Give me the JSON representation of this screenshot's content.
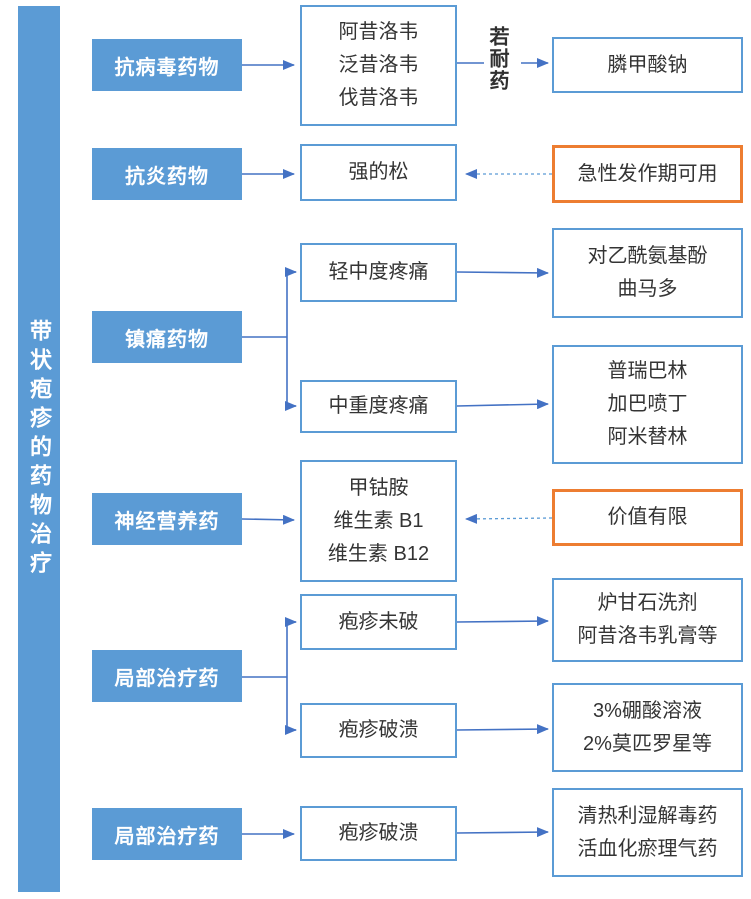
{
  "diagram_title": "带状疱疹的药物治疗",
  "colors": {
    "blue_fill": "#5b9bd5",
    "blue_border": "#5b9bd5",
    "arrow_blue": "#4472c4",
    "orange_border": "#ed7d31",
    "text_dark": "#343434",
    "text_white": "#ffffff"
  },
  "categories": {
    "antiviral": "抗病毒药物",
    "antiinflammatory": "抗炎药物",
    "analgesic": "镇痛药物",
    "neurotrophic": "神经营养药",
    "topical1": "局部治疗药",
    "topical2": "局部治疗药"
  },
  "nodes": {
    "antivirals": {
      "l1": "阿昔洛韦",
      "l2": "泛昔洛韦",
      "l3": "伐昔洛韦"
    },
    "prednisone": "强的松",
    "mild_pain": "轻中度疼痛",
    "severe_pain": "中重度疼痛",
    "neurotrophics": {
      "l1": "甲钴胺",
      "l2": "维生素 B1",
      "l3": "维生素 B12"
    },
    "blister_intact": "疱疹未破",
    "blister_broken": "疱疹破溃",
    "blister_broken2": "疱疹破溃",
    "foscarnet": "膦甲酸钠",
    "acute_note": "急性发作期可用",
    "mild_pain_drugs": {
      "l1": "对乙酰氨基酚",
      "l2": "曲马多"
    },
    "severe_pain_drugs": {
      "l1": "普瑞巴林",
      "l2": "加巴喷丁",
      "l3": "阿米替林"
    },
    "limited_value_note": "价值有限",
    "intact_drugs": {
      "l1": "炉甘石洗剂",
      "l2": "阿昔洛韦乳膏等"
    },
    "broken_drugs": {
      "l1": "3%硼酸溶液",
      "l2": "2%莫匹罗星等"
    },
    "tcm_drugs": {
      "l1": "清热利湿解毒药",
      "l2": "活血化瘀理气药"
    }
  },
  "edge_labels": {
    "if_resistant": "若耐药"
  }
}
